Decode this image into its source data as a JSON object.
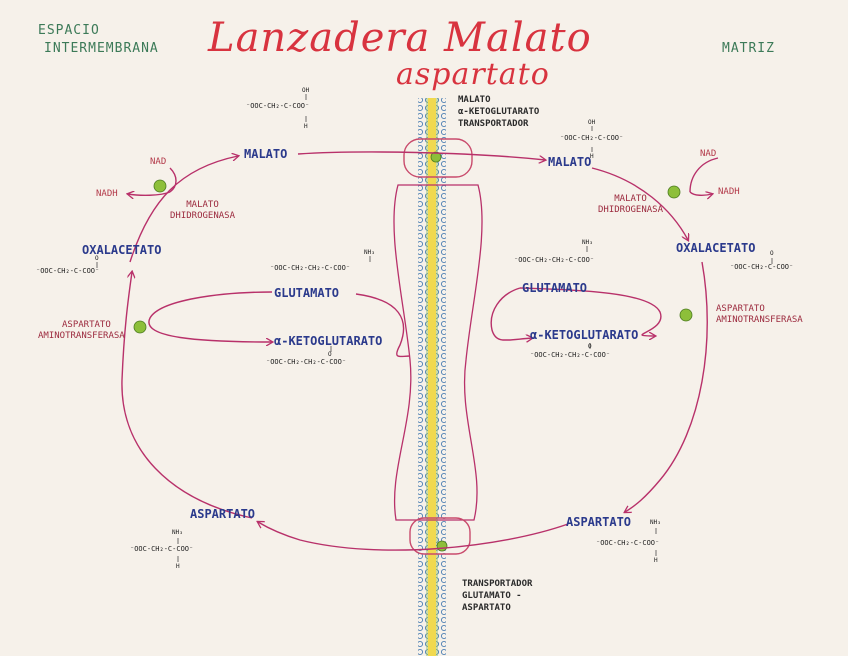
{
  "title": {
    "line1": "Lanzadera Malato",
    "line2": "aspartato"
  },
  "regions": {
    "left_line1": "ESPACIO",
    "left_line2": "INTERMEMBRANA",
    "right": "MATRIZ"
  },
  "metabolites": {
    "malato_left": "MALATO",
    "malato_right": "MALATO",
    "oxalacetato_left": "OXALACETATO",
    "oxalacetato_right": "OXALACETATO",
    "glutamato_left": "GLUTAMATO",
    "glutamato_right": "GLUTAMATO",
    "akg_left": "α-KETOGLUTARATO",
    "akg_right": "α-KETOGLUTARATO",
    "aspartato_left": "ASPARTATO",
    "aspartato_right": "ASPARTATO"
  },
  "enzymes": {
    "mdh_left": [
      "MALATO",
      "DHIDROGENASA"
    ],
    "mdh_right": [
      "MALATO",
      "DHIDROGENASA"
    ],
    "ast_left": [
      "ASPARTATO",
      "AMINOTRANSFERASA"
    ],
    "ast_right": [
      "ASPARTATO",
      "AMINOTRANSFERASA"
    ]
  },
  "cofactors": {
    "left_top": "NAD",
    "left_bottom": "NADH",
    "right_top": "NAD",
    "right_bottom": "NADH"
  },
  "transporters": {
    "top": [
      "MALATO",
      "α-KETOGLUTARATO",
      "TRANSPORTADOR"
    ],
    "bottom": [
      "TRANSPORTADOR",
      "GLUTAMATO -",
      "ASPARTATO"
    ]
  },
  "formulas": {
    "malato_left": "⁻OOC-CH₂-C-COO⁻",
    "malato_right": "⁻OOC-CH₂-C-COO⁻",
    "oxalacetato_left": "⁻OOC-CH₂-C-COO⁻",
    "oxalacetato_right": "⁻OOC-CH₂-C-COO⁻",
    "glutamato_left": "⁻OOC-CH₂-CH₂-C-COO⁻",
    "glutamato_right": "⁻OOC-CH₂-CH₂-C-COO⁻",
    "akg_left": "⁻OOC-CH₂-CH₂-C-COO⁻",
    "akg_right": "⁻OOC-CH₂-CH₂-C-COO⁻",
    "aspartato_left": "⁻OOC-CH₂-C-COO⁻",
    "aspartato_right": "⁻OOC-CH₂-C-COO⁻"
  },
  "formula_marks": {
    "oh": "OH",
    "h": "H",
    "o": "O",
    "nh3": "NH₃"
  },
  "colors": {
    "background": "#f6f1ea",
    "title": "#d8333f",
    "metabolite": "#2b3a8c",
    "pathway": "#b8316a",
    "enzyme_circle": "#8dbf3a",
    "membrane_yellow": "#f1d94f",
    "membrane_blue": "#6e9fc8",
    "membrane_green": "#9bc46a"
  }
}
